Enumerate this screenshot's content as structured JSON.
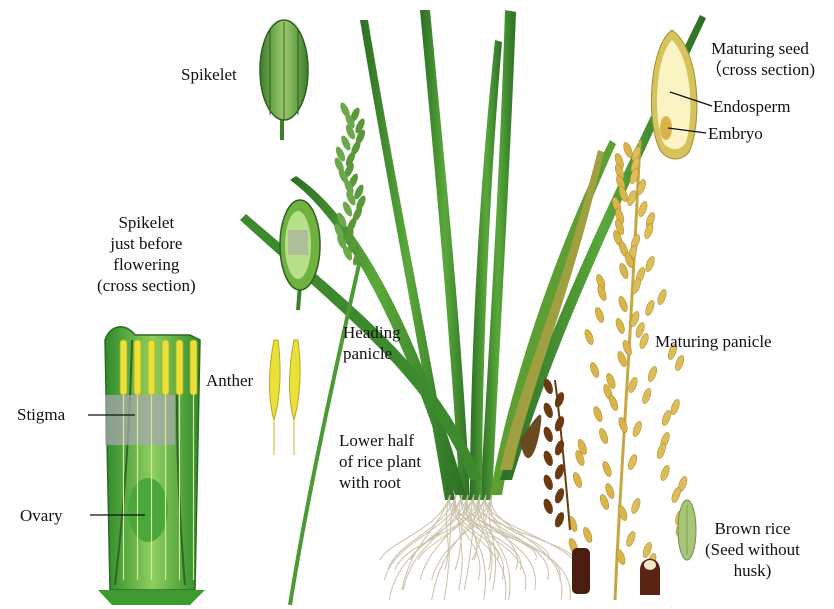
{
  "labels": {
    "spikelet": "Spikelet",
    "maturing_seed": [
      "Maturing seed",
      "（cross section)"
    ],
    "endosperm": "Endosperm",
    "embryo": "Embryo",
    "spikelet_before_flowering": [
      "Spikelet",
      "just before",
      "flowering",
      "(cross section)"
    ],
    "heading_panicle": [
      "Heading",
      "panicle"
    ],
    "maturing_panicle": "Maturing panicle",
    "anther": "Anther",
    "stigma": "Stigma",
    "ovary": "Ovary",
    "lower_half": [
      "Lower half",
      "of rice plant",
      "with root"
    ],
    "brown_rice": [
      "Brown rice",
      "(Seed without",
      "husk)"
    ]
  },
  "colors": {
    "leaf_dark": "#2f7d2a",
    "leaf_light": "#6fb23f",
    "grain_gold": "#d9b44a",
    "anther_yellow": "#e7e13a",
    "endosperm": "#fbf3c4",
    "root": "#c9c2a8",
    "seed_dark": "#4a1d10"
  }
}
